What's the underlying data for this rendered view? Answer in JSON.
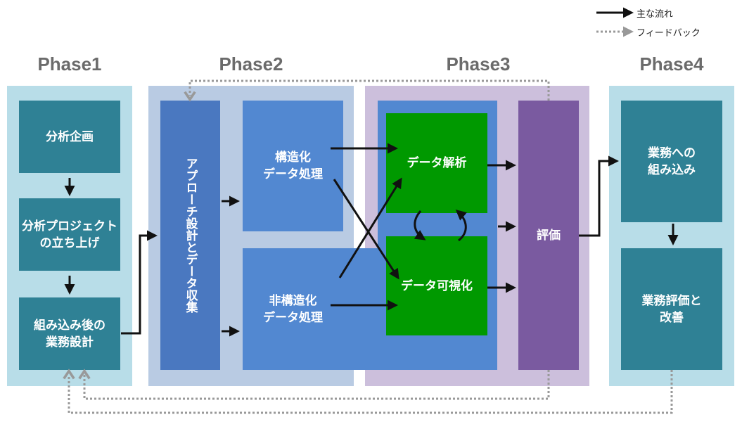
{
  "legend": {
    "main_flow": "主な流れ",
    "feedback": "フィードバック"
  },
  "phases": {
    "p1": "Phase1",
    "p2": "Phase2",
    "p3": "Phase3",
    "p4": "Phase4"
  },
  "boxes": {
    "analysis_plan": "分析企画",
    "project_launch": "分析プロジェクト\nの立ち上げ",
    "post_integration_design": "組み込み後の\n業務設計",
    "approach_design": "アプローチ設計とデータ収集",
    "structured": "構造化\nデータ処理",
    "unstructured": "非構造化\nデータ処理",
    "data_analysis": "データ解析",
    "data_visualization": "データ可視化",
    "evaluation": "評価",
    "business_integration": "業務への\n組み込み",
    "business_evaluation": "業務評価と\n改善"
  },
  "colors": {
    "phase1_bg": "#b8dde8",
    "phase2_bg": "#b9cbe3",
    "phase3_bg": "#ccbfdc",
    "phase4_bg": "#b8dde8",
    "teal": "#2f8195",
    "blue": "#5288d1",
    "green": "#009900",
    "purple": "#7a5aa0",
    "arrow": "#111111",
    "feedback": "#999999"
  }
}
